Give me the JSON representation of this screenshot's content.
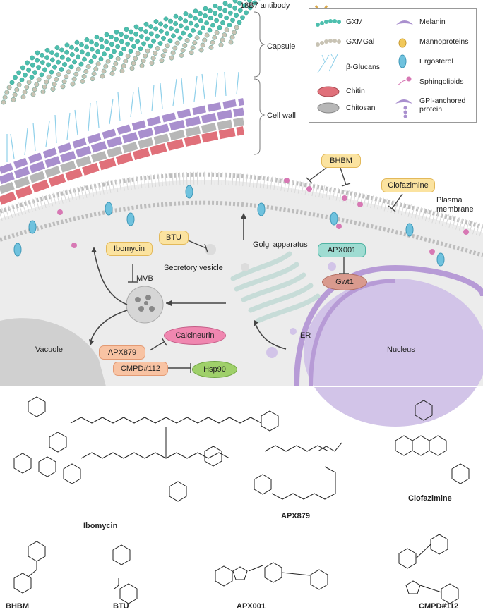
{
  "top_labels": {
    "antibody": "18B7 antibody",
    "capsule": "Capsule",
    "cell_wall": "Cell wall",
    "plasma_membrane": "Plasma\nmembrane"
  },
  "compartments": {
    "golgi": "Golgi apparatus",
    "secretory": "Secretory vesicle",
    "mvb": "MVB",
    "vacuole": "Vacuole",
    "er": "ER",
    "nucleus": "Nucleus"
  },
  "drugs": {
    "bhbm": "BHBM",
    "clofazimine": "Clofazimine",
    "btu": "BTU",
    "ibomycin": "Ibomycin",
    "apx001": "APX001",
    "apx879": "APX879",
    "cmpd112": "CMPD#112"
  },
  "targets": {
    "gwt1": "Gwt1",
    "calcineurin": "Calcineurin",
    "hsp90": "Hsp90"
  },
  "legend": {
    "gxm": "GXM",
    "gxmgal": "GXMGal",
    "glucans": "β-Glucans",
    "chitin": "Chitin",
    "chitosan": "Chitosan",
    "melanin": "Melanin",
    "mannoproteins": "Mannoproteins",
    "ergosterol": "Ergosterol",
    "sphingolipids": "Sphingolipids",
    "gpi": "GPI-anchored\nprotein"
  },
  "structures": {
    "ibomycin": "Ibomycin",
    "apx879": "APX879",
    "clofazimine": "Clofazimine",
    "bhbm": "BHBM",
    "btu": "BTU",
    "apx001": "APX001",
    "cmpd112": "CMPD#112"
  },
  "colors": {
    "gxm": "#4dbfae",
    "gxmgal": "#c8c3b4",
    "glucan": "#8fd0ea",
    "chitin": "#e0707a",
    "chitosan": "#b7b7b7",
    "melanin": "#a98fce",
    "manno": "#f1c85a",
    "ergosterol": "#6fc2de",
    "sphingo": "#d778b4",
    "er": "#b79bd6",
    "golgi": "#c7dcd8"
  }
}
